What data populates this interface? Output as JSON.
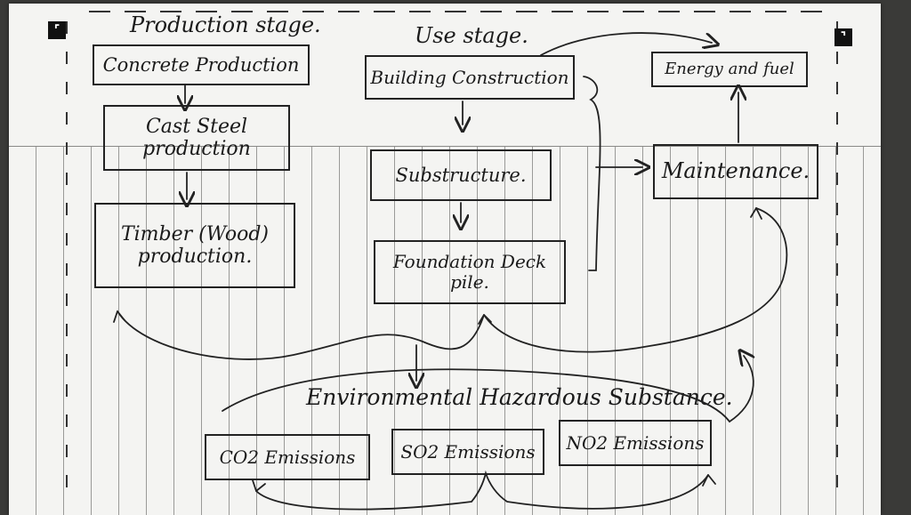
{
  "stages": {
    "production": "Production stage.",
    "use": "Use stage."
  },
  "production_boxes": {
    "concrete": "Concrete Production",
    "cast_steel": "Cast Steel production",
    "timber": "Timber (Wood) production."
  },
  "use_boxes": {
    "building": "Building Construction",
    "substructure": "Substructure.",
    "foundation": "Foundation Deck pile.",
    "maintenance": "Maintenance.",
    "energy": "Energy and fuel"
  },
  "hazards": {
    "title": "Environmental Hazardous Substance.",
    "co2": "CO2 Emissions",
    "so2": "SO2 Emissions",
    "no2": "NO2 Emissions"
  },
  "colors": {
    "paper": "#f4f4f2",
    "ink": "#1a1a1a",
    "rule_line": "#9a9a98"
  },
  "icons": [
    "corner-bracket-icon-left",
    "corner-bracket-icon-right"
  ]
}
